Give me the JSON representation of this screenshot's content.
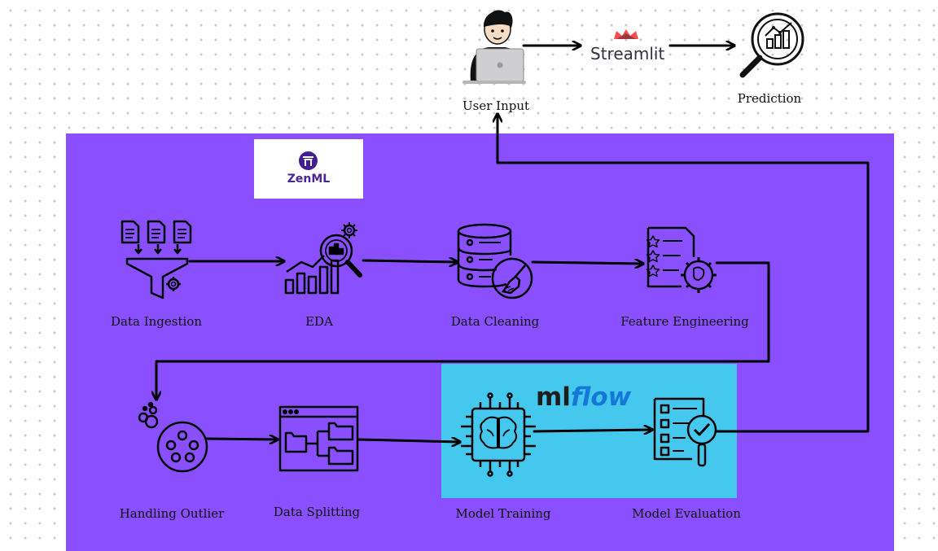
{
  "top": {
    "user_input": "User Input",
    "streamlit": "Streamlit",
    "prediction": "Prediction"
  },
  "zenml": {
    "logo_text": "ZenML"
  },
  "mlflow": {
    "ml": "ml",
    "flow": "flow"
  },
  "steps": {
    "data_ingestion": "Data Ingestion",
    "eda": "EDA",
    "data_cleaning": "Data Cleaning",
    "feature_engineering": "Feature Engineering",
    "handling_outlier": "Handling Outlier",
    "data_splitting": "Data Splitting",
    "model_training": "Model Training",
    "model_evaluation": "Model Evaluation"
  },
  "colors": {
    "pipeline_panel": "#8a50ff",
    "mlflow_panel": "#45c8ee",
    "zenml_purple": "#431d93",
    "streamlit_red": "#ff4b4b",
    "mlflow_blue": "#1678d6"
  },
  "icons": [
    "person-laptop-icon",
    "streamlit-crown-icon",
    "magnifier-chart-icon",
    "documents-funnel-icon",
    "chart-magnifier-gear-icon",
    "database-broom-icon",
    "checklist-brain-gear-icon",
    "outlier-bubbles-icon",
    "split-folders-icon",
    "brain-chip-icon",
    "checklist-magnifier-icon"
  ]
}
